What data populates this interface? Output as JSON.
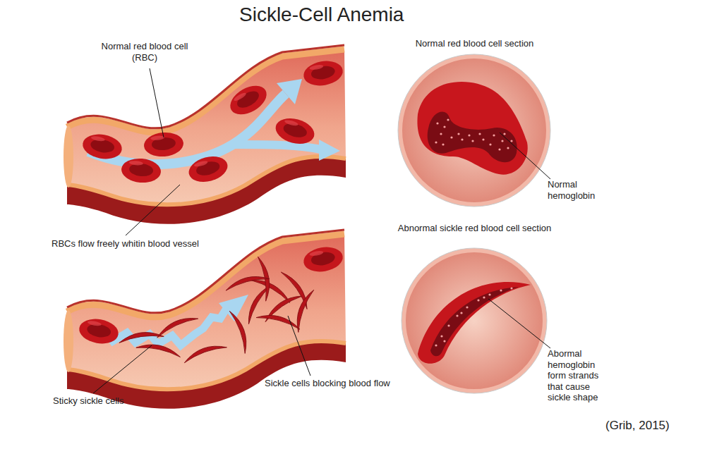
{
  "diagram": {
    "title": "Sickle-Cell Anemia",
    "caption": "(Grib, 2015)",
    "nodes": [
      {
        "text": [
          "Normal red blood cell section"
        ]
      },
      {
        "text": [
          "Abnormal sickle red blood cell section"
        ]
      }
    ],
    "labels": [
      "Normal red blood cell (RBC)",
      "RBCs flow freely whitin blood vessel",
      "Normal hemoglobin",
      "Abormal hemoglobin form strands that cause sickle shape",
      "Sticky sickle cells",
      "Sickle cells blocking blood flow"
    ]
  }
}
